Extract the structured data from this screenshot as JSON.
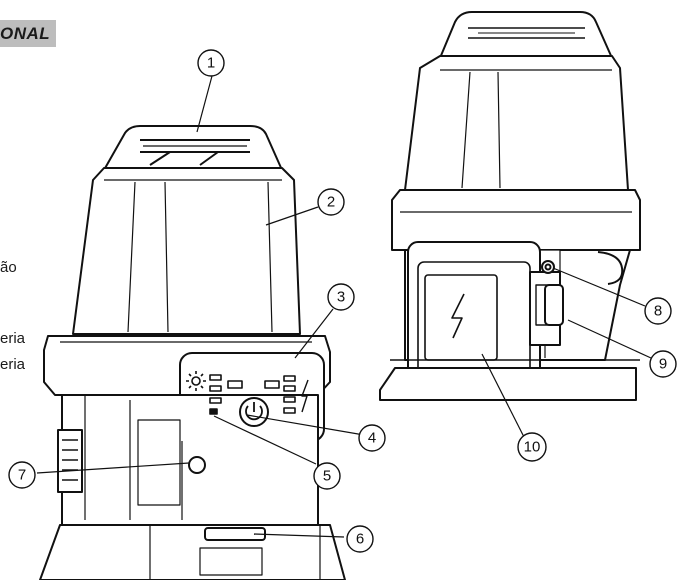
{
  "header": {
    "section_title": "ONAL"
  },
  "side_text": {
    "line1": "ão",
    "line2": "eria",
    "line3": "eria"
  },
  "callouts": [
    "1",
    "2",
    "3",
    "4",
    "5",
    "6",
    "7",
    "8",
    "9",
    "10"
  ],
  "icons": {
    "sun": "sun-icon",
    "power": "power-icon",
    "bolt": "lightning-bolt-icon"
  }
}
